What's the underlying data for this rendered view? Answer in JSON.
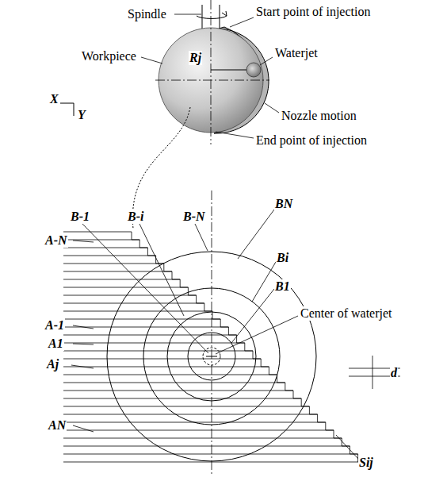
{
  "diagram": {
    "labels": [
      "Spindle",
      "Start point of injection",
      "Rj",
      "Waterjet",
      "Workpiece",
      "X",
      "Y",
      "Nozzle motion",
      "End point of injection",
      "B-1",
      "B-i",
      "B-N",
      "BN",
      "Bi",
      "B1",
      "A-N",
      "Center of waterjet",
      "A-1",
      "A1",
      "Aj",
      "d",
      "AN",
      "Sij"
    ]
  }
}
